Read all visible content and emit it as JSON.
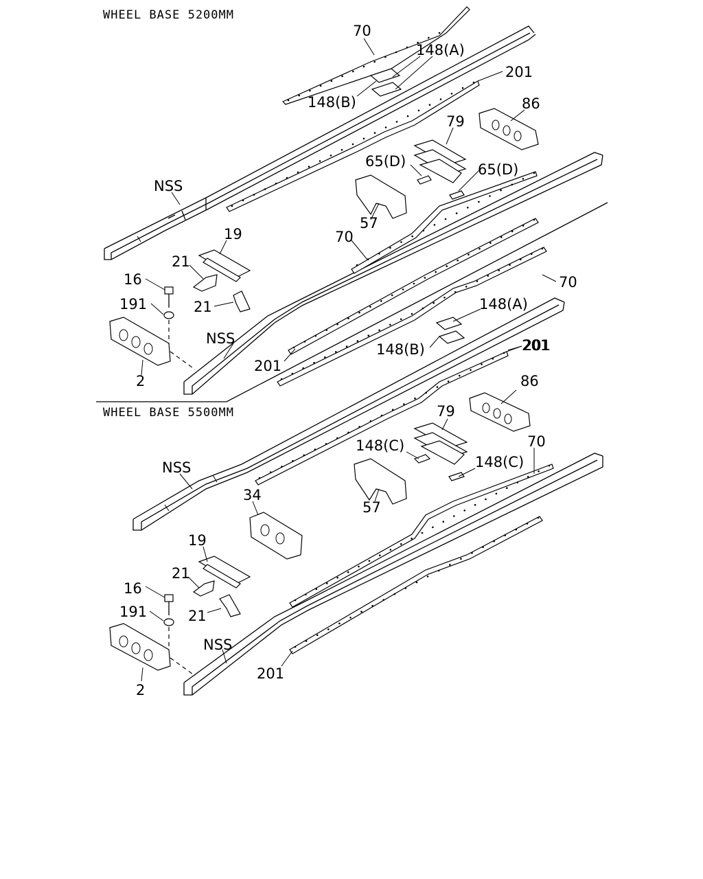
{
  "sections": [
    {
      "header": "WHEEL BASE 5200MM",
      "labels": {
        "p70a": "70",
        "p148a": "148(A)",
        "p201a": "201",
        "p148b": "148(B)",
        "p86": "86",
        "p79": "79",
        "p65d_l": "65(D)",
        "p65d_r": "65(D)",
        "nss_top": "NSS",
        "p57": "57",
        "p70b": "70",
        "p19": "19",
        "p21a": "21",
        "p21b": "21",
        "p16": "16",
        "p191": "191",
        "p70c": "70",
        "p148a2": "148(A)",
        "nss_bottom": "NSS",
        "p201b": "201",
        "p148b2": "148(B)",
        "p2": "2"
      }
    },
    {
      "header": "WHEEL BASE 5500MM",
      "labels": {
        "p201a": "201",
        "p86": "86",
        "p79": "79",
        "p148c_l": "148(C)",
        "p70a": "70",
        "p148c_r": "148(C)",
        "nss_top": "NSS",
        "p34": "34",
        "p57": "57",
        "p19": "19",
        "p21a": "21",
        "p21b": "21",
        "p16": "16",
        "p191": "191",
        "nss_bottom": "NSS",
        "p201b": "201",
        "p2": "2"
      }
    }
  ]
}
